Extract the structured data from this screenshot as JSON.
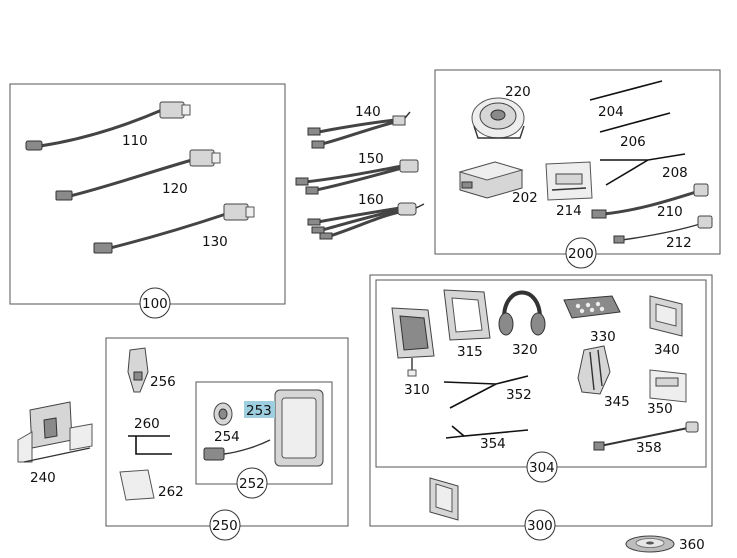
{
  "labels": {
    "p100": "100",
    "p110": "110",
    "p120": "120",
    "p130": "130",
    "p140": "140",
    "p150": "150",
    "p160": "160",
    "p200": "200",
    "p202": "202",
    "p204": "204",
    "p206": "206",
    "p208": "208",
    "p210": "210",
    "p212": "212",
    "p214": "214",
    "p220": "220",
    "p240": "240",
    "p250": "250",
    "p252": "252",
    "p253": "253",
    "p254": "254",
    "p256": "256",
    "p260": "260",
    "p262": "262",
    "p300": "300",
    "p304": "304",
    "p310": "310",
    "p315": "315",
    "p320": "320",
    "p330": "330",
    "p340": "340",
    "p345": "345",
    "p350": "350",
    "p352": "352",
    "p354": "354",
    "p358": "358",
    "p360": "360"
  },
  "highlight_color": "#9ecfe0"
}
